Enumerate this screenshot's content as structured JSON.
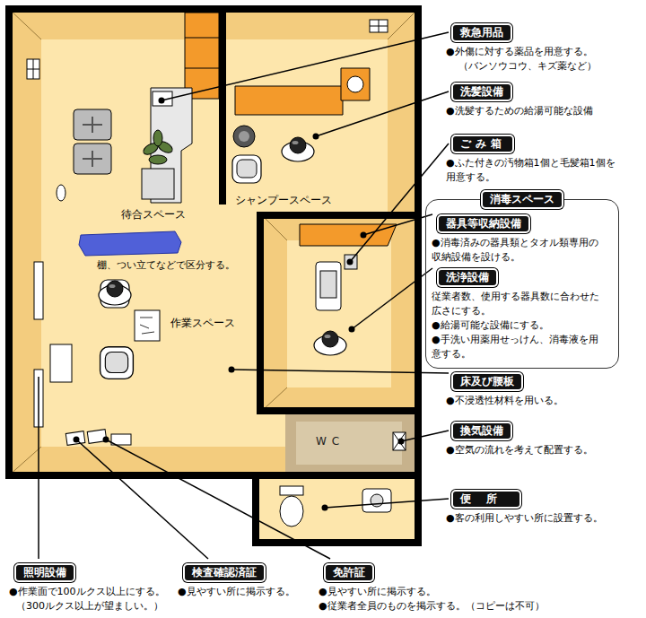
{
  "diagram": {
    "nodes": [
      {
        "text": [
          "救急用品",
          "●外傷に対する薬品を用意する。",
          "（バンソウコウ、キズ薬など）"
        ]
      },
      {
        "text": [
          "洗髪設備",
          "●洗髪するための給湯可能な設備"
        ]
      },
      {
        "text": [
          "ごみ箱",
          "●ふた付きの汚物箱1個と毛髪箱1個を用意する。"
        ]
      },
      {
        "text": [
          "消毒スペース"
        ]
      },
      {
        "text": [
          "器具等収納設備",
          "●消毒済みの器具類とタオル類専用の収納設備を設ける。"
        ],
        "in": 3
      },
      {
        "text": [
          "洗浄設備",
          "従業者数、使用する器具数に合わせた広さにする。",
          "●給湯可能な設備にする。",
          "●手洗い用薬用せっけん、消毒液を用意する。"
        ],
        "in": 3
      },
      {
        "text": [
          "床及び腰板",
          "●不浸透性材料を用いる。"
        ]
      },
      {
        "text": [
          "換気設備",
          "●空気の流れを考えて配置する。"
        ]
      },
      {
        "text": [
          "便所",
          "●客の利用しやすい所に設置する。"
        ]
      },
      {
        "text": [
          "照明設備",
          "●作業面で100ルクス以上にする。",
          "（300ルクス以上が望ましい。）"
        ]
      },
      {
        "text": [
          "検査確認済証",
          "●見やすい所に掲示する。"
        ]
      },
      {
        "text": [
          "免許証",
          "●見やすい所に掲示する。",
          "●従業者全員のものを掲示する。（コピーは不可）"
        ]
      }
    ],
    "labels": [
      "待合スペース",
      "シャンプースペース",
      "棚、つい立てなどで区分する。",
      "作業スペース",
      "WC"
    ]
  }
}
